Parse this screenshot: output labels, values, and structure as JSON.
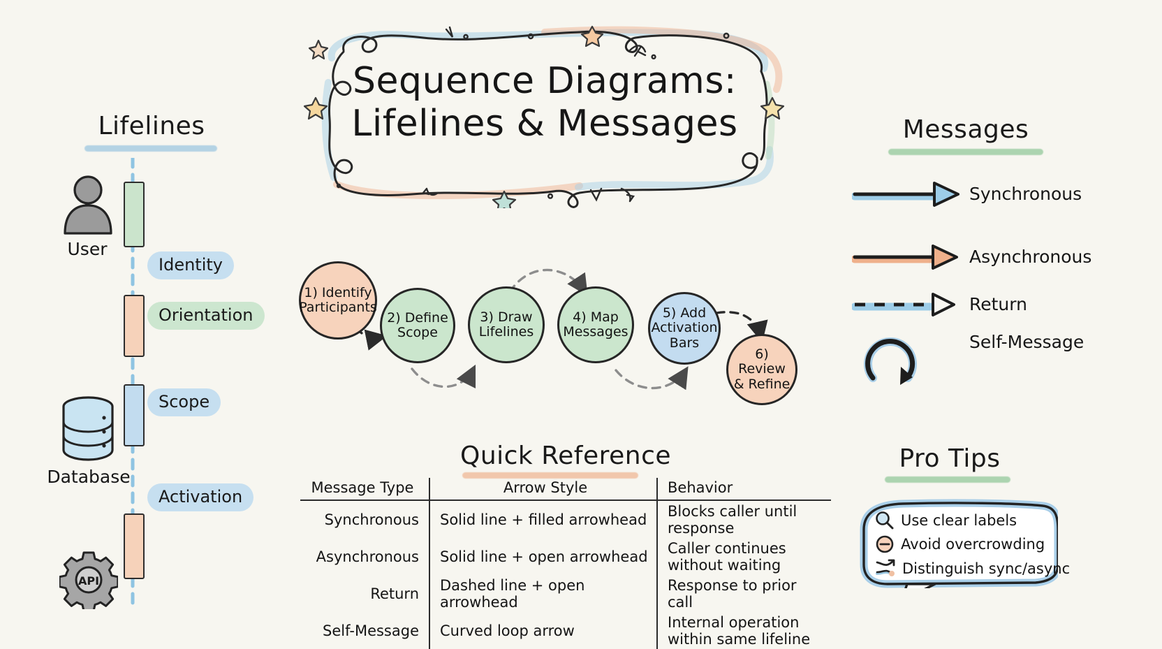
{
  "page": {
    "background": "#f7f6f0",
    "title_line1": "Sequence Diagrams:",
    "title_line2": "Lifelines & Messages"
  },
  "colors": {
    "blue": "#c6dff0",
    "green": "#cce6cf",
    "peach": "#f7d3bc",
    "ink": "#1d1d1d",
    "blue_line": "#8cbede",
    "green_line": "#7fc08a",
    "peach_line": "#eeab84"
  },
  "lifelines": {
    "heading": "Lifelines",
    "underline_color": "#8cbede",
    "actors": [
      {
        "icon": "user-icon",
        "label": "User"
      },
      {
        "icon": "database-icon",
        "label": "Database"
      },
      {
        "icon": "gear-api-icon",
        "label": "API"
      }
    ],
    "annotations": [
      {
        "label": "Identity",
        "style": "blue"
      },
      {
        "label": "Orientation",
        "style": "green"
      },
      {
        "label": "Scope",
        "style": "blue"
      },
      {
        "label": "Activation",
        "style": "blue"
      }
    ],
    "activation_bars": [
      {
        "color": "green"
      },
      {
        "color": "peach"
      },
      {
        "color": "blue"
      },
      {
        "color": "peach"
      }
    ]
  },
  "flow": {
    "steps": [
      {
        "number": "1)",
        "text": "1) Identify\nParticipants",
        "label": "Identify Participants",
        "style": "peach"
      },
      {
        "number": "2)",
        "text": "2) Define\nScope",
        "label": "Define Scope",
        "style": "green"
      },
      {
        "number": "3)",
        "text": "3) Draw\nLifelines",
        "label": "Draw Lifelines",
        "style": "green"
      },
      {
        "number": "4)",
        "text": "4) Map\nMessages",
        "label": "Map Messages",
        "style": "green"
      },
      {
        "number": "5)",
        "text": "5) Add\nActivation\nBars",
        "label": "Add Activation Bars",
        "style": "blue"
      },
      {
        "number": "6)",
        "text": "6) Review\n& Refine",
        "label": "Review & Refine",
        "style": "peach"
      }
    ]
  },
  "messages": {
    "heading": "Messages",
    "underline_color": "#7fc08a",
    "items": [
      {
        "label": "Synchronous",
        "icon": "solid-filled-arrow-icon",
        "line": "solid",
        "arrow": "filled",
        "accent": "#9dcde8"
      },
      {
        "label": "Asynchronous",
        "icon": "solid-open-arrow-icon",
        "line": "solid",
        "arrow": "filled",
        "accent": "#efb08b"
      },
      {
        "label": "Return",
        "icon": "dashed-open-arrow-icon",
        "line": "dashed",
        "arrow": "open",
        "accent": "#9dcde8"
      },
      {
        "label": "Self-Message",
        "icon": "self-loop-icon",
        "line": "loop",
        "arrow": "loop",
        "accent": "#9dcde8"
      }
    ]
  },
  "quick_reference": {
    "heading": "Quick Reference",
    "underline_color": "#eeab84",
    "columns": [
      "Message Type",
      "Arrow Style",
      "Behavior"
    ],
    "rows": [
      [
        "Synchronous",
        "Solid line + filled arrowhead",
        "Blocks caller until response"
      ],
      [
        "Asynchronous",
        "Solid line + open arrowhead",
        "Caller continues without waiting"
      ],
      [
        "Return",
        "Dashed line + open arrowhead",
        "Response to prior call"
      ],
      [
        "Self-Message",
        "Curved loop arrow",
        "Internal operation within same lifeline"
      ]
    ]
  },
  "pro_tips": {
    "heading": "Pro Tips",
    "underline_color": "#7fc08a",
    "tips": [
      {
        "icon": "magnifier-icon",
        "text": "Use clear labels"
      },
      {
        "icon": "minus-circle-icon",
        "text": "Avoid overcrowding"
      },
      {
        "icon": "branch-arrows-icon",
        "text": "Distinguish sync/async"
      }
    ]
  }
}
